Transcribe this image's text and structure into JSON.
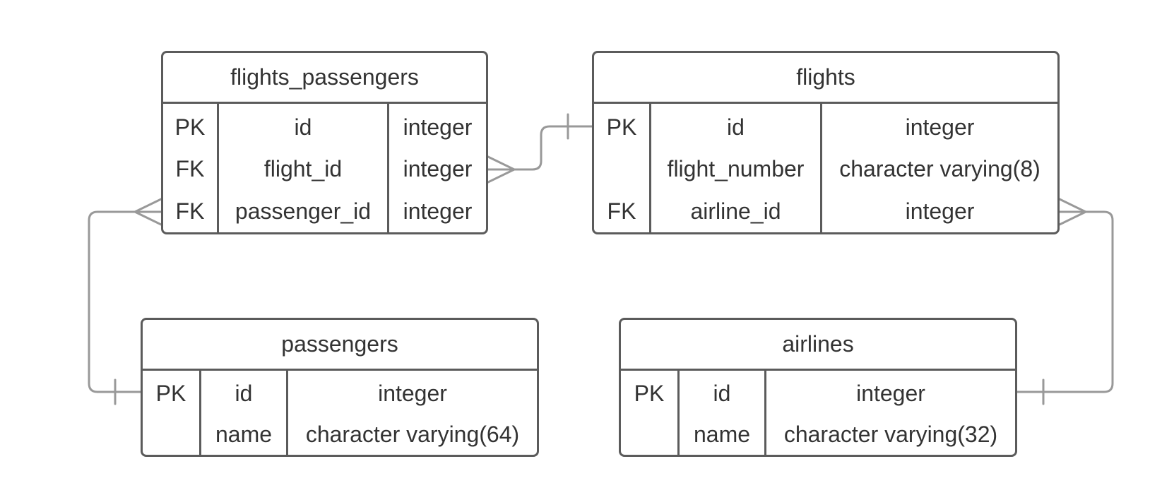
{
  "entities": {
    "flights_passengers": {
      "title": "flights_passengers",
      "rows": [
        {
          "key": "PK",
          "name": "id",
          "type": "integer"
        },
        {
          "key": "FK",
          "name": "flight_id",
          "type": "integer"
        },
        {
          "key": "FK",
          "name": "passenger_id",
          "type": "integer"
        }
      ]
    },
    "flights": {
      "title": "flights",
      "rows": [
        {
          "key": "PK",
          "name": "id",
          "type": "integer"
        },
        {
          "key": "",
          "name": "flight_number",
          "type": "character varying(8)"
        },
        {
          "key": "FK",
          "name": "airline_id",
          "type": "integer"
        }
      ]
    },
    "passengers": {
      "title": "passengers",
      "rows": [
        {
          "key": "PK",
          "name": "id",
          "type": "integer"
        },
        {
          "key": "",
          "name": "name",
          "type": "character varying(64)"
        }
      ]
    },
    "airlines": {
      "title": "airlines",
      "rows": [
        {
          "key": "PK",
          "name": "id",
          "type": "integer"
        },
        {
          "key": "",
          "name": "name",
          "type": "character varying(32)"
        }
      ]
    }
  },
  "colors": {
    "border": "#5b5b5b",
    "connector": "#999999",
    "text": "#333333"
  },
  "relationships": [
    {
      "from": "flights_passengers.flight_id",
      "to": "flights.id",
      "from_end": "many",
      "to_end": "one"
    },
    {
      "from": "flights_passengers.passenger_id",
      "to": "passengers.id",
      "from_end": "many",
      "to_end": "one"
    },
    {
      "from": "flights.airline_id",
      "to": "airlines.id",
      "from_end": "many",
      "to_end": "one"
    }
  ]
}
